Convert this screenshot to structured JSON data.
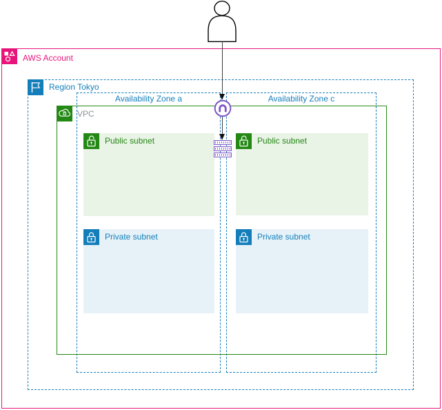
{
  "account": {
    "label": "AWS Account"
  },
  "region": {
    "label": "Region Tokyo"
  },
  "zones": [
    {
      "label": "Availability Zone a"
    },
    {
      "label": "Availability Zone c"
    }
  ],
  "vpc": {
    "label": "VPC"
  },
  "subnets": [
    {
      "label": "Public subnet",
      "type": "public",
      "zone": "a"
    },
    {
      "label": "Private subnet",
      "type": "private",
      "zone": "a"
    },
    {
      "label": "Public subnet",
      "type": "public",
      "zone": "c"
    },
    {
      "label": "Private subnet",
      "type": "private",
      "zone": "c"
    }
  ],
  "icons": {
    "user": "user-person-icon",
    "account": "aws-account-icon",
    "region": "region-flag-icon",
    "vpc": "vpc-cloud-lock-icon",
    "public_subnet": "open-padlock-icon",
    "private_subnet": "closed-padlock-icon",
    "internet_gateway": "internet-gateway-icon",
    "route_table": "route-table-icon"
  },
  "colors": {
    "account_pink": "#E7157B",
    "region_blue": "#147EBA",
    "vpc_green": "#248814",
    "vpc_label_gray": "#8C9196",
    "public_subnet_fill": "#E9F3E6",
    "private_subnet_fill": "#E6F2F8",
    "gateway_purple": "#7D55C8",
    "connector_black": "#1a1a1a"
  }
}
